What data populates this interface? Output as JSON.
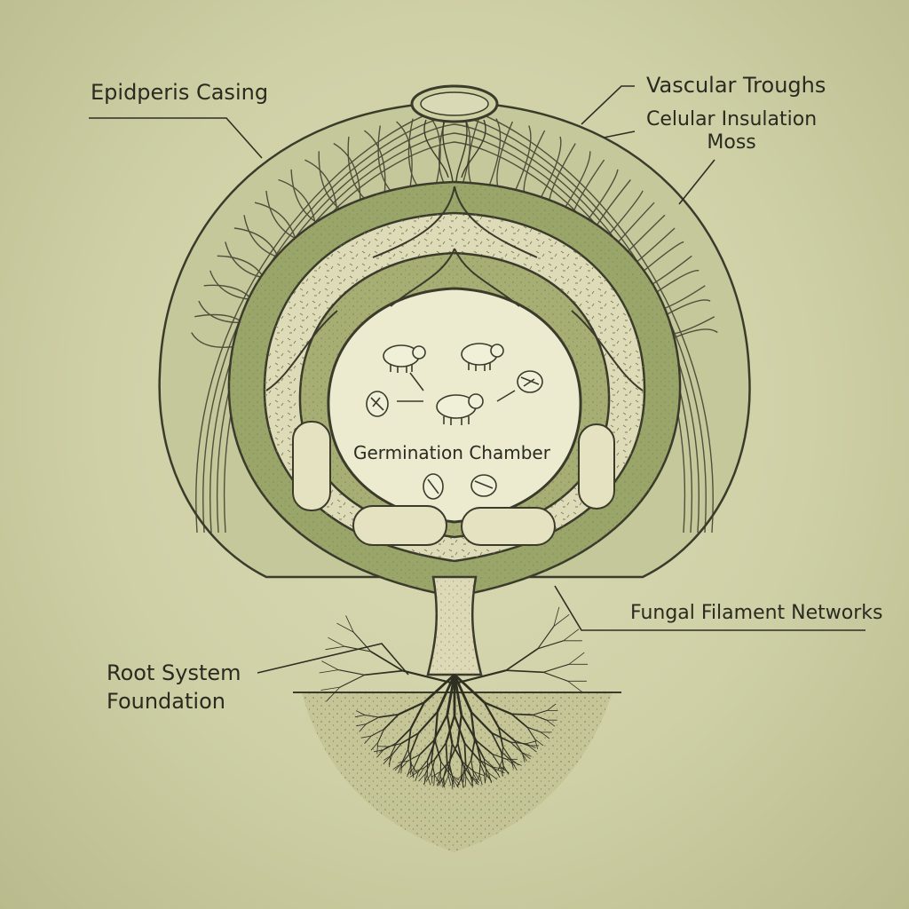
{
  "labels": {
    "epidermis": "Epidperis Casing",
    "vascular": "Vascular Troughs",
    "insulation": "Celular Insulation\nMoss",
    "chamber": "Germination Chamber",
    "fungal": "Fungal Filament Networks",
    "root": "Root System\nFoundation"
  },
  "colors": {
    "background": "#d3d4aa",
    "ink": "#3b3b2c",
    "moss_dark": "#8f9a5e",
    "moss_light": "#b3bb86",
    "insulation_fill": "#e3e2c0",
    "chamber_fill": "#ecebd0"
  },
  "icons": [
    "pig-icon",
    "seed-icon"
  ]
}
